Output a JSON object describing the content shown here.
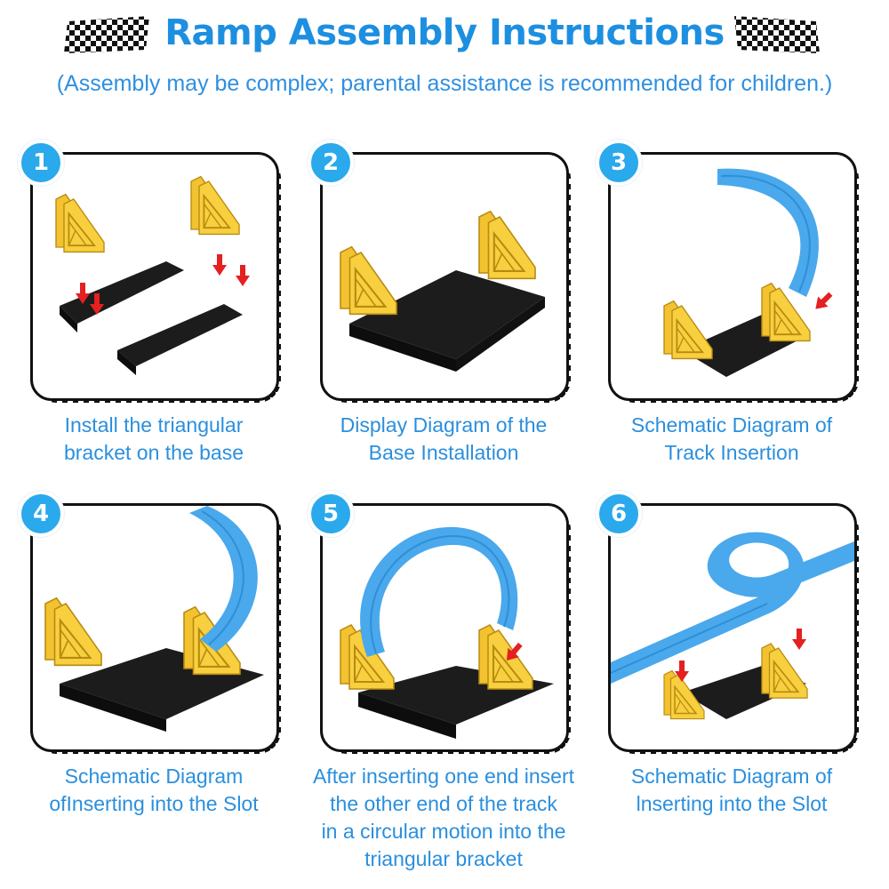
{
  "header": {
    "title": "Ramp Assembly Instructions",
    "subtitle": "(Assembly may be complex; parental assistance is recommended for children.)"
  },
  "colors": {
    "accent": "#1d8fe0",
    "badge": "#2aa9ec",
    "bracket": "#f2c230",
    "track": "#4aa8ec",
    "base": "#1c1c1c",
    "arrow": "#e42020"
  },
  "steps": [
    {
      "number": "1",
      "caption": [
        "Install the triangular",
        "bracket on the base"
      ]
    },
    {
      "number": "2",
      "caption": [
        "Display Diagram of the",
        "Base Installation"
      ]
    },
    {
      "number": "3",
      "caption": [
        "Schematic Diagram of",
        "Track Insertion"
      ]
    },
    {
      "number": "4",
      "caption": [
        "Schematic Diagram",
        "ofInserting into the Slot"
      ]
    },
    {
      "number": "5",
      "caption": [
        "After inserting one end insert",
        "the other end of the track",
        "in a circular motion into the",
        "triangular bracket"
      ]
    },
    {
      "number": "6",
      "caption": [
        "Schematic Diagram of",
        "lnserting into the Slot"
      ]
    }
  ]
}
